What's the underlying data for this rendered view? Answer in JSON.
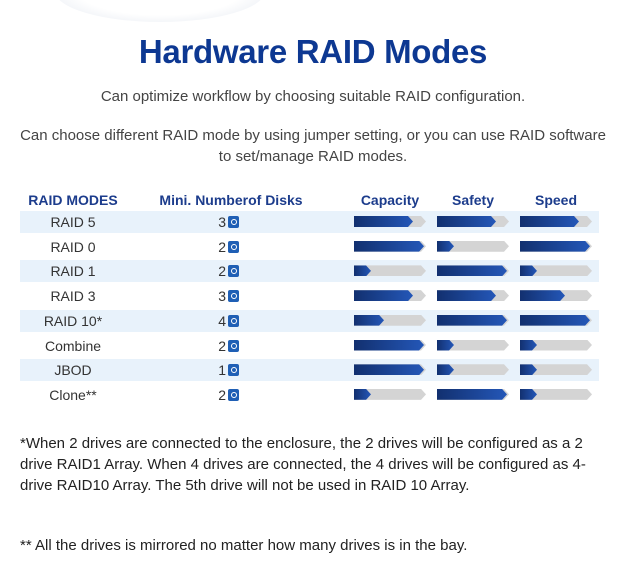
{
  "title": "Hardware RAID Modes",
  "subtitle": "Can optimize workflow by choosing suitable RAID configuration.",
  "description": "Can choose different RAID mode by using jumper setting, or you can use RAID software to set/manage RAID modes.",
  "table": {
    "headers": {
      "mode": "RAID MODES",
      "disks": "Mini. Numberof Disks",
      "capacity": "Capacity",
      "safety": "Safety",
      "speed": "Speed"
    },
    "rows": [
      {
        "mode": "RAID 5",
        "disks": "3",
        "capacity": 0.82,
        "safety": 0.82,
        "speed": 0.82
      },
      {
        "mode": "RAID 0",
        "disks": "2",
        "capacity": 0.97,
        "safety": 0.24,
        "speed": 0.97
      },
      {
        "mode": "RAID 1",
        "disks": "2",
        "capacity": 0.24,
        "safety": 0.97,
        "speed": 0.24
      },
      {
        "mode": "RAID 3",
        "disks": "3",
        "capacity": 0.82,
        "safety": 0.82,
        "speed": 0.62
      },
      {
        "mode": "RAID 10*",
        "disks": "4",
        "capacity": 0.42,
        "safety": 0.97,
        "speed": 0.97
      },
      {
        "mode": "Combine",
        "disks": "2",
        "capacity": 0.97,
        "safety": 0.24,
        "speed": 0.24
      },
      {
        "mode": "JBOD",
        "disks": "1",
        "capacity": 0.97,
        "safety": 0.24,
        "speed": 0.24
      },
      {
        "mode": "Clone**",
        "disks": "2",
        "capacity": 0.24,
        "safety": 0.97,
        "speed": 0.24
      }
    ],
    "disk_icon": "hard-disk-icon",
    "bar_fill_color": "#1b3f94",
    "bar_track_color": "#d4d4d4"
  },
  "notes": {
    "note1": "*When 2 drives are connected to the enclosure, the 2 drives will be configured as a 2 drive RAID1 Array. When 4 drives are connected, the 4 drives will be configured as 4-drive RAID10 Array. The 5th drive will not be used in RAID 10 Array.",
    "note2": "** All the drives is mirrored no matter how many drives is in the bay."
  },
  "colors": {
    "title": "#0d3892",
    "header": "#1c3c8c",
    "row_alt": "#e8f2fb"
  }
}
